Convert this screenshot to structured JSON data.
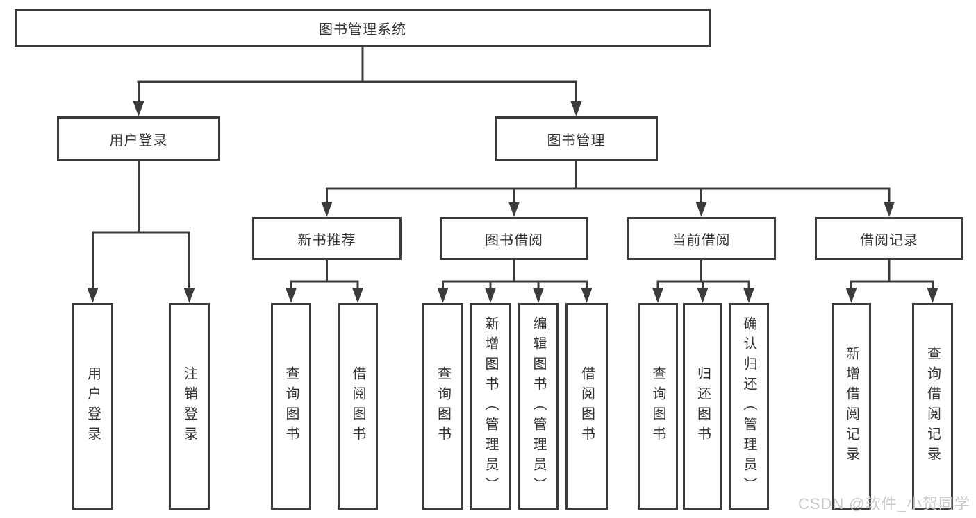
{
  "diagram": {
    "root": {
      "label": "图书管理系统"
    },
    "branches": [
      {
        "label": "用户登录",
        "children": [
          {
            "label": "用户登录"
          },
          {
            "label": "注销登录"
          }
        ]
      },
      {
        "label": "图书管理",
        "children": [
          {
            "label": "新书推荐",
            "children": [
              {
                "label": "查询图书"
              },
              {
                "label": "借阅图书"
              }
            ]
          },
          {
            "label": "图书借阅",
            "children": [
              {
                "label": "查询图书"
              },
              {
                "label": "新增图书（管理员）"
              },
              {
                "label": "编辑图书（管理员）"
              },
              {
                "label": "借阅图书"
              }
            ]
          },
          {
            "label": "当前借阅",
            "children": [
              {
                "label": "查询图书"
              },
              {
                "label": "归还图书"
              },
              {
                "label": "确认归还（管理员）"
              }
            ]
          },
          {
            "label": "借阅记录",
            "children": [
              {
                "label": "新增借阅记录"
              },
              {
                "label": "查询借阅记录"
              }
            ]
          }
        ]
      }
    ],
    "watermark": "CSDN @软件_小贺同学",
    "colors": {
      "line": "#3b3b3b",
      "text": "#333333",
      "background": "#ffffff",
      "watermark": "#c8c8c8"
    }
  }
}
